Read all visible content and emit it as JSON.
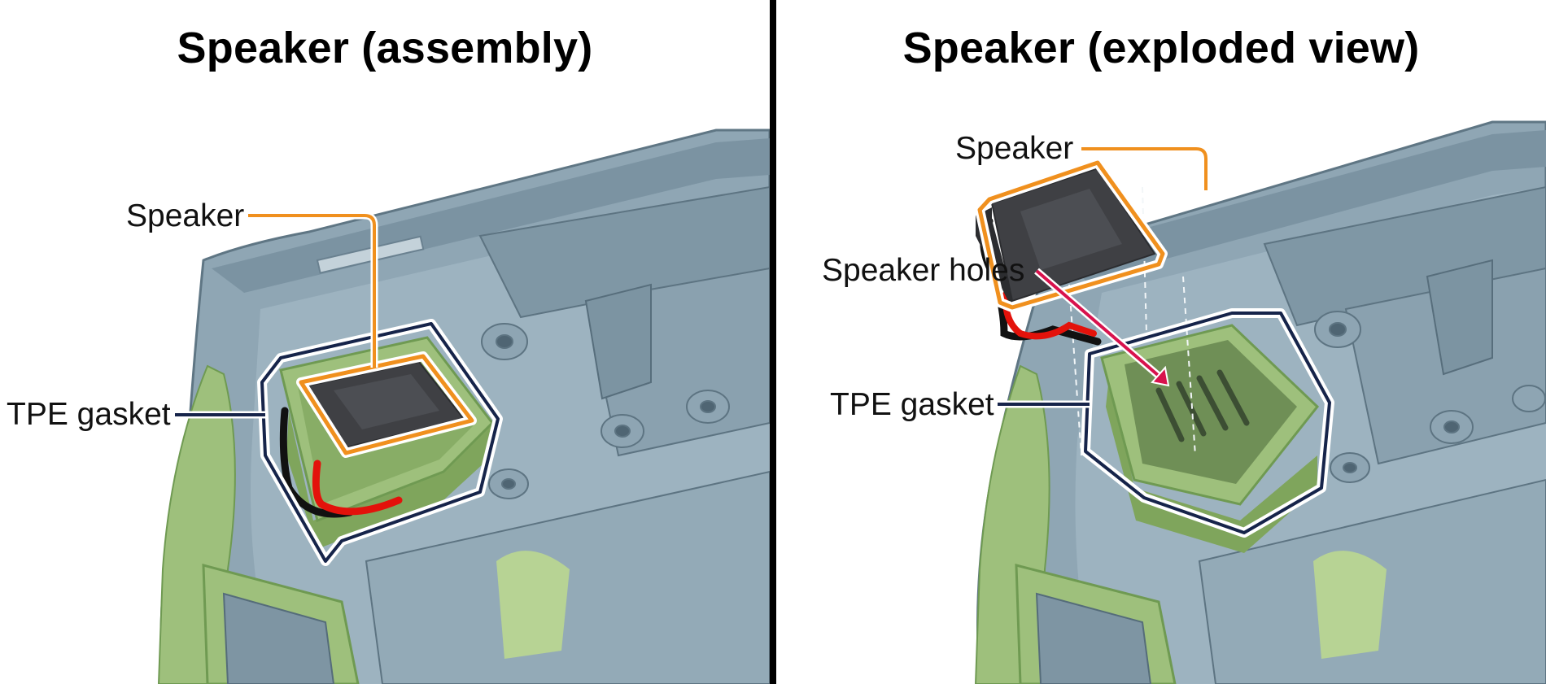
{
  "panels": {
    "assembly": {
      "title": "Speaker (assembly)",
      "callouts": {
        "speaker": "Speaker",
        "gasket": "TPE gasket"
      }
    },
    "exploded": {
      "title": "Speaker (exploded view)",
      "callouts": {
        "speaker": "Speaker",
        "holes": "Speaker holes",
        "gasket": "TPE gasket"
      }
    }
  },
  "colors": {
    "enclosure": "#8fa6b4",
    "enclosure_dark": "#5f7684",
    "gasket": "#9ec07c",
    "gasket_dark": "#6f9a52",
    "speaker_body": "#3f4044",
    "wire_red": "#e3120b",
    "wire_black": "#111111",
    "speaker_callout": "#f0901e",
    "gasket_callout": "#16244a",
    "holes_callout": "#d8124d"
  }
}
